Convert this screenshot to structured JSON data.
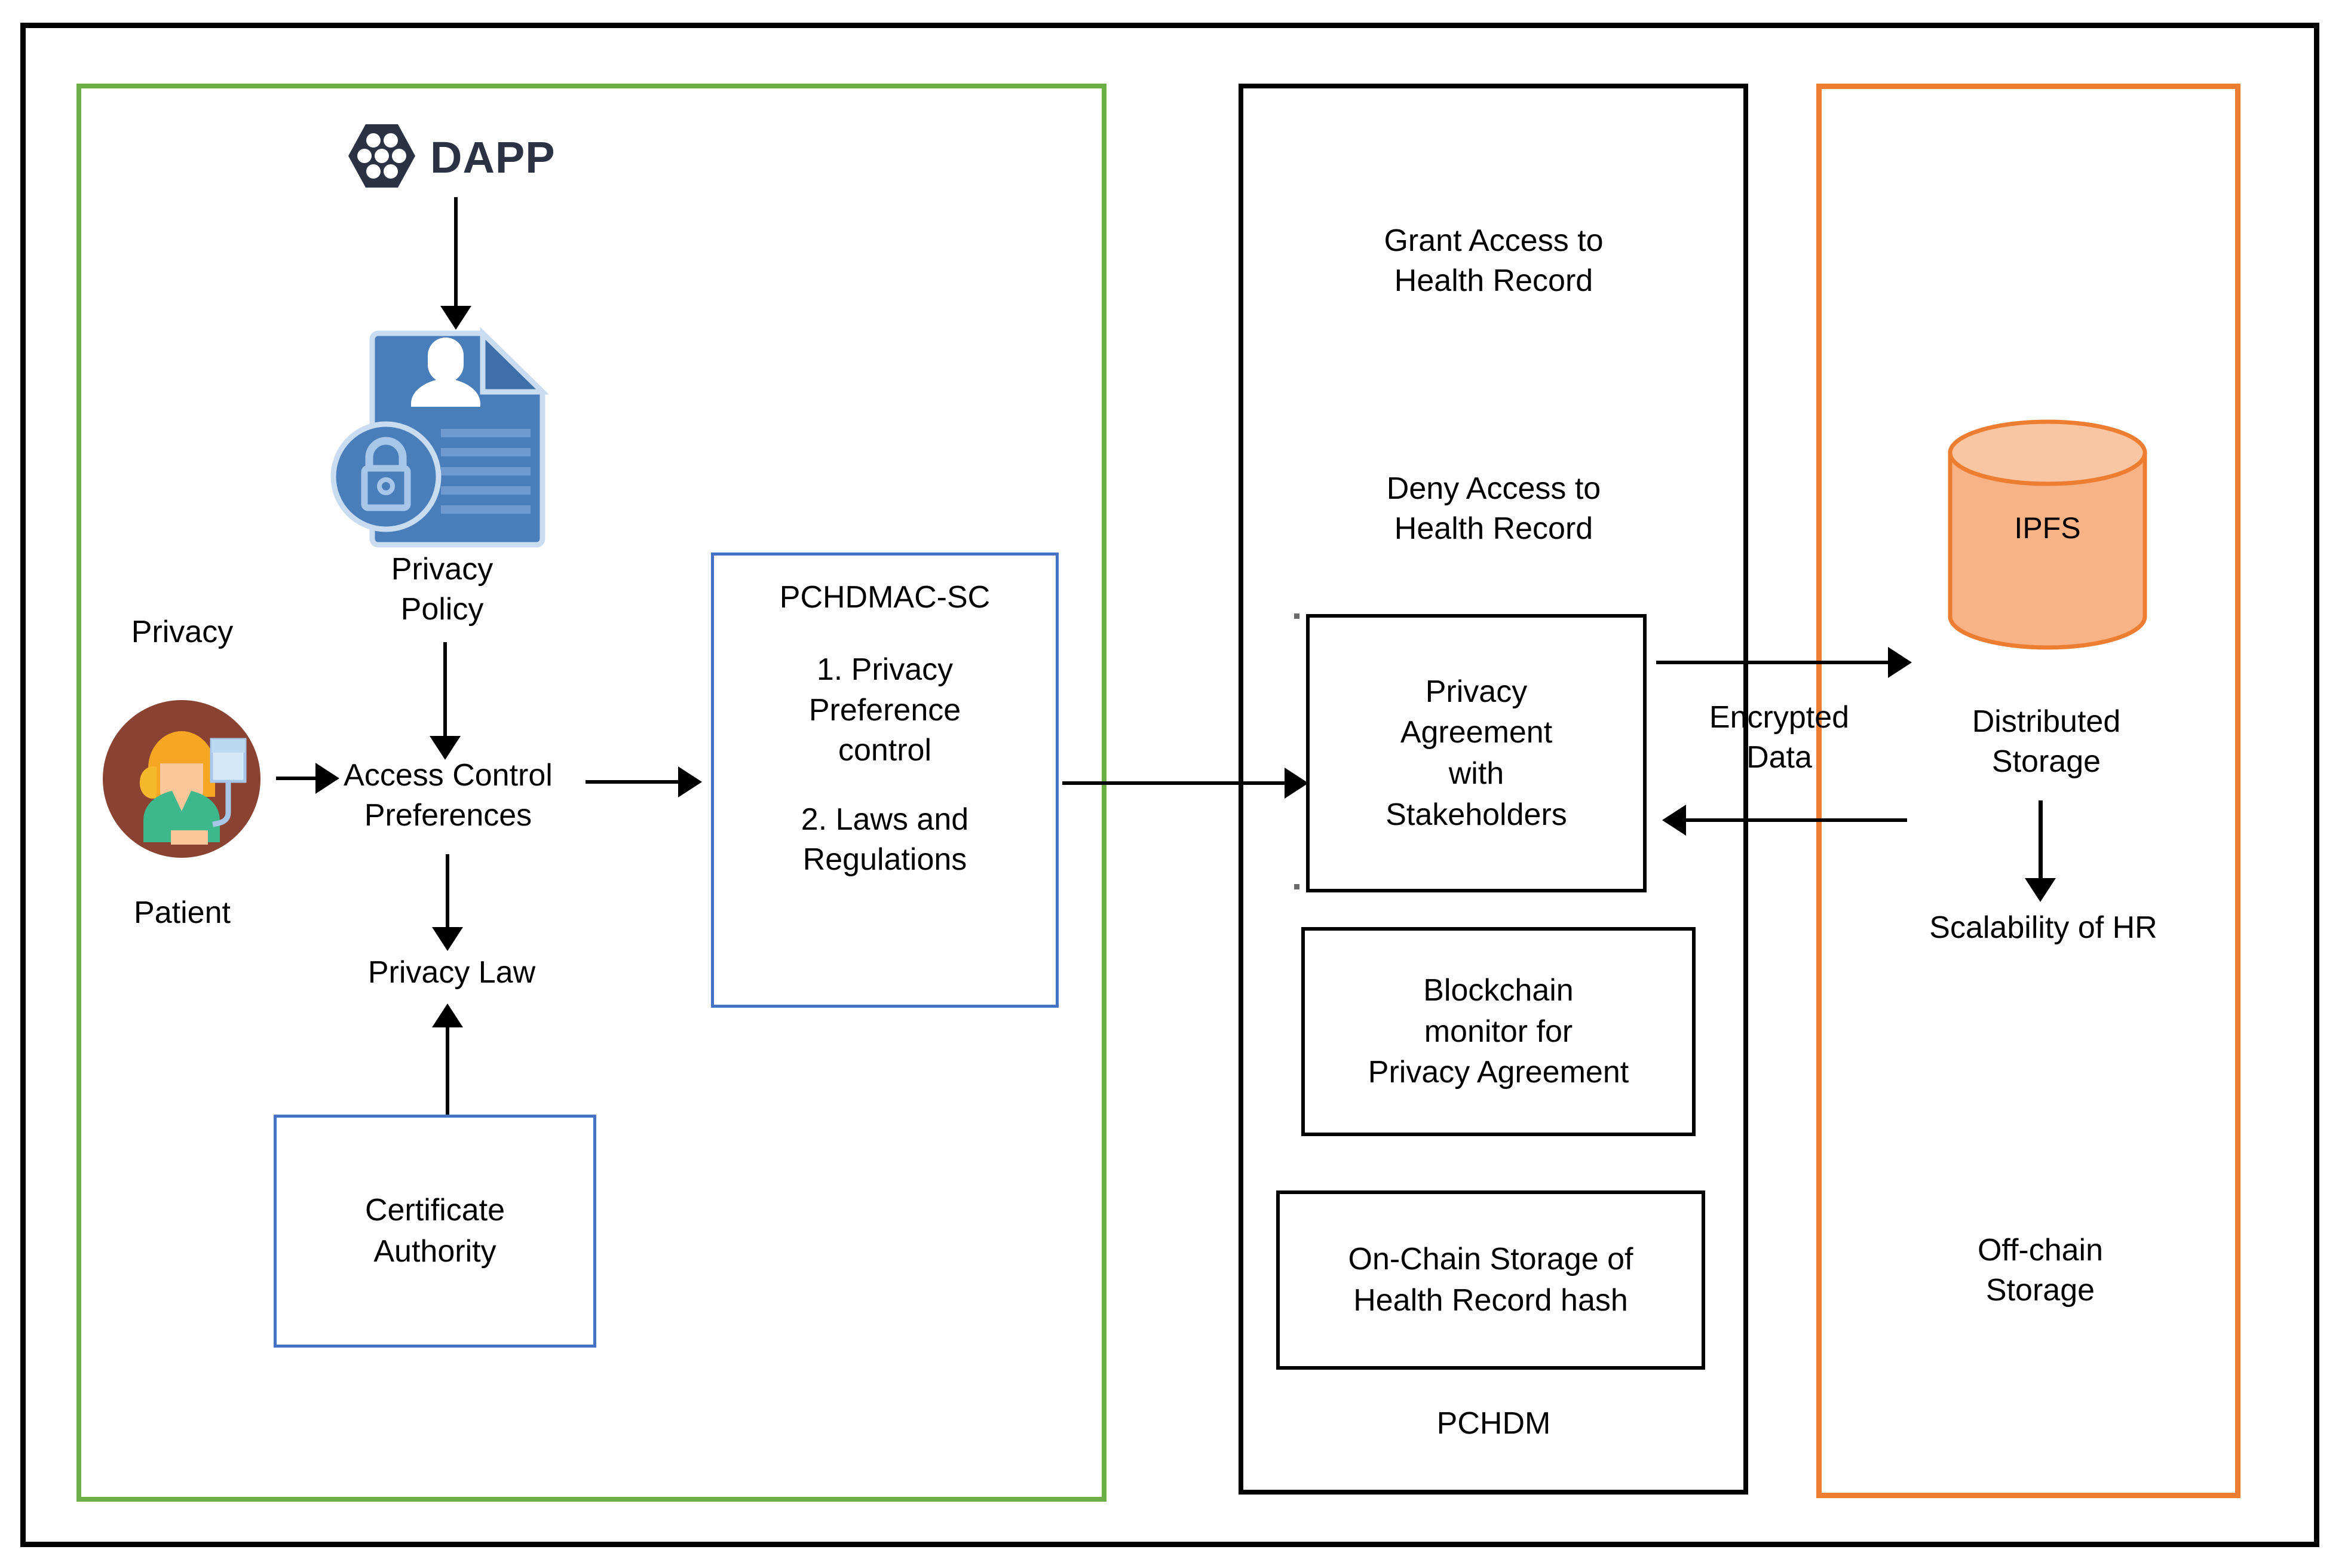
{
  "figure": {
    "title": "Privacy-preserving blockchain health data architecture"
  },
  "colors": {
    "green_border": "#6CAF46",
    "orange_border": "#ED7D31",
    "blue_border": "#4472C4",
    "black_border": "#000000",
    "dapp_logo": "#2B3244",
    "policy_icon_blue": "#4A7EBB",
    "patient_circle": "#8A4332",
    "ipfs_fill": "#F7B286",
    "ipfs_stroke": "#ED7D31"
  },
  "left_panel": {
    "name": "on-chain-user-panel",
    "dapp": {
      "label": "DAPP",
      "icon": "dapp-hexagon-icon"
    },
    "privacy_policy_icon": "privacy-policy-document-icon",
    "privacy_policy_label": "Privacy\nPolicy",
    "privacy_label": "Privacy",
    "patient_label": "Patient",
    "patient_icon": "patient-avatar-icon",
    "access_control_label": "Access Control\nPreferences",
    "privacy_law_label": "Privacy Law",
    "certificate_authority_label": "Certificate\nAuthority",
    "smart_contract": {
      "title": "PCHDMAC-SC",
      "items": [
        "1. Privacy\nPreference\ncontrol",
        "2. Laws and\nRegulations"
      ]
    }
  },
  "middle_panel": {
    "name": "pchdm-panel",
    "grant_access_label": "Grant Access to\nHealth Record",
    "deny_access_label": "Deny Access to\nHealth Record",
    "privacy_agreement_label": "Privacy\nAgreement\nwith\nStakeholders",
    "blockchain_monitor_label": "Blockchain\nmonitor for\nPrivacy Agreement",
    "on_chain_storage_label": "On-Chain Storage of\nHealth Record hash",
    "panel_caption": "PCHDM"
  },
  "right_panel": {
    "name": "off-chain-storage-panel",
    "ipfs_label": "IPFS",
    "distributed_storage_label": "Distributed\nStorage",
    "scalability_label": "Scalability of HR",
    "off_chain_storage_label": "Off-chain\nStorage"
  },
  "connectors": {
    "encrypted_data_label": "Encrypted\nData"
  }
}
